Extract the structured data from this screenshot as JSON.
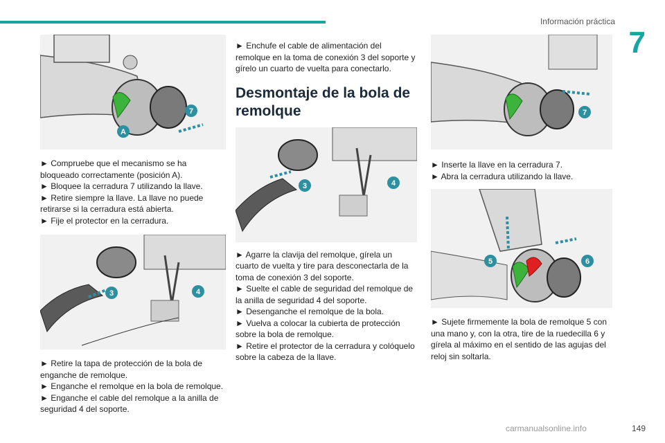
{
  "header": {
    "section_title": "Información práctica",
    "chapter_number": "7"
  },
  "footer": {
    "page_number": "149",
    "watermark": "carmanualsonline.info"
  },
  "column1": {
    "figure1": {
      "callouts": [
        "7",
        "A"
      ]
    },
    "text1": [
      "► Compruebe que el mecanismo se ha bloqueado correctamente (posición A).",
      "► Bloquee la cerradura 7 utilizando la llave.",
      "► Retire siempre la llave. La llave no puede retirarse si la cerradura está abierta.",
      "► Fije el protector en la cerradura."
    ],
    "figure2": {
      "callouts": [
        "3",
        "4"
      ]
    },
    "text2": [
      "► Retire la tapa de protección de la bola de enganche de remolque.",
      "► Enganche el remolque en la bola de remolque.",
      "► Enganche el cable del remolque a la anilla de seguridad 4 del soporte."
    ]
  },
  "column2": {
    "text_top": [
      "► Enchufe el cable de alimentación del remolque en la toma de conexión 3 del soporte y gírelo un cuarto de vuelta para conectarlo."
    ],
    "heading": "Desmontaje de la bola de remolque",
    "figure": {
      "callouts": [
        "3",
        "4"
      ]
    },
    "text_bottom": [
      "► Agarre la clavija del remolque, gírela un cuarto de vuelta y tire para desconectarla de la toma de conexión 3 del soporte.",
      "► Suelte el cable de seguridad del remolque de la anilla de seguridad 4 del soporte.",
      "► Desenganche el remolque de la bola.",
      "► Vuelva a colocar la cubierta de protección sobre la bola de remolque.",
      "► Retire el protector de la cerradura y colóquelo sobre la cabeza de la llave."
    ]
  },
  "column3": {
    "figure1": {
      "callouts": [
        "7"
      ]
    },
    "text1": [
      "► Inserte la llave en la cerradura 7.",
      "► Abra la cerradura utilizando la llave."
    ],
    "figure2": {
      "callouts": [
        "5",
        "6"
      ]
    },
    "text2": [
      "► Sujete firmemente la bola de remolque 5 con una mano y, con la otra, tire de la ruedecilla 6 y gírela al máximo en el sentido de las agujas del reloj sin soltarla."
    ]
  },
  "colors": {
    "accent": "#1aa3a3",
    "callout": "#2e8fa0",
    "green": "#3cb43c",
    "red": "#e02020"
  }
}
